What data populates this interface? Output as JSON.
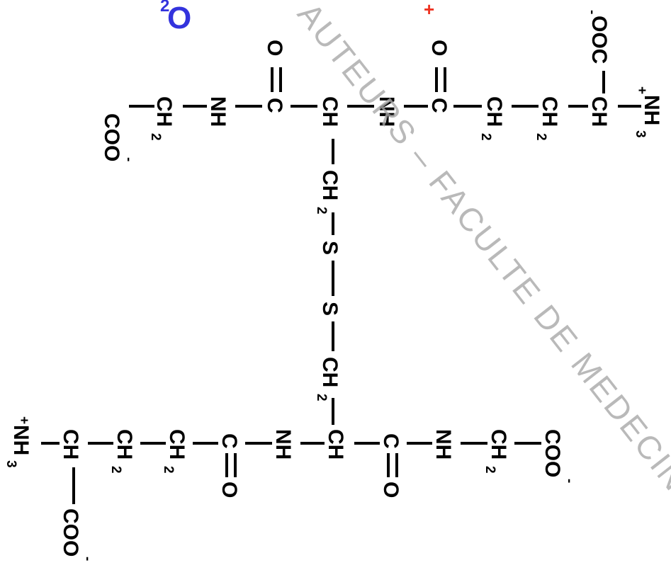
{
  "watermark": "AUTEURS – FACULTE DE MEDECIN -",
  "top_fragments": {
    "blue_sub": "2",
    "blue_main": "O",
    "plus": "+"
  },
  "labels": {
    "coo": "COO",
    "ooc": "OOC",
    "minus": "-",
    "plus": "+",
    "ch": "CH",
    "ch2": "CH",
    "two": "2",
    "nh": "NH",
    "nh3": "NH",
    "three": "3",
    "c": "C",
    "o": "O",
    "s": "S"
  }
}
